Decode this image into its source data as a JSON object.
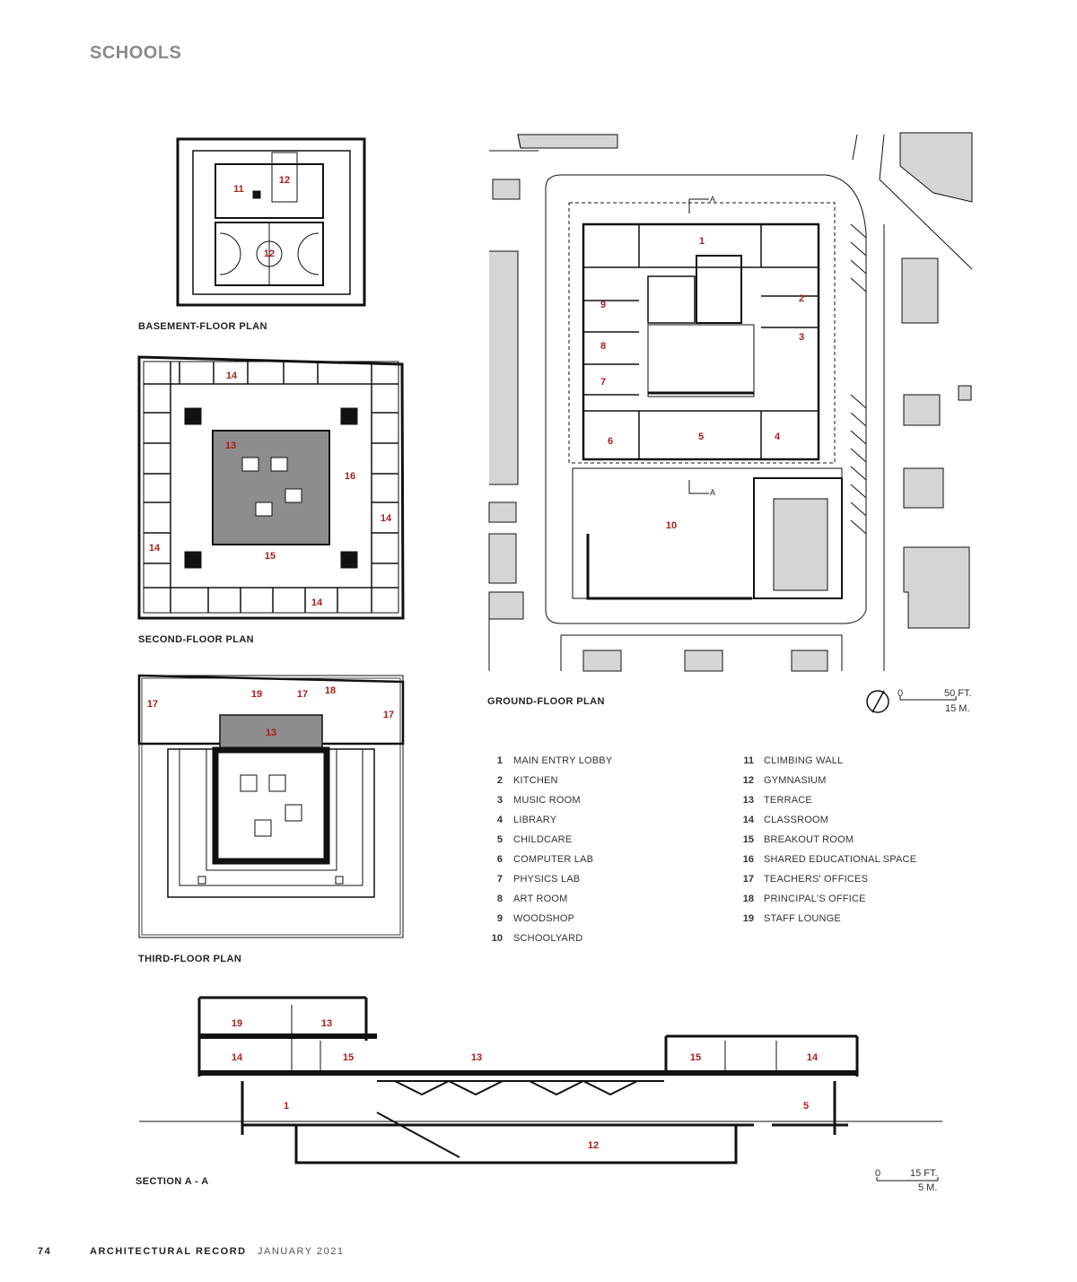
{
  "header": {
    "section": "SCHOOLS"
  },
  "plans": {
    "basement": {
      "caption": "BASEMENT-FLOOR PLAN",
      "labels": [
        "11",
        "12",
        "12"
      ]
    },
    "second": {
      "caption": "SECOND-FLOOR PLAN",
      "labels": [
        "14",
        "13",
        "16",
        "14",
        "14",
        "15",
        "14"
      ]
    },
    "third": {
      "caption": "THIRD-FLOOR PLAN",
      "labels": [
        "17",
        "19",
        "17",
        "18",
        "17",
        "13"
      ]
    },
    "ground": {
      "caption": "GROUND-FLOOR PLAN",
      "labels": [
        "1",
        "2",
        "3",
        "9",
        "8",
        "7",
        "6",
        "5",
        "4",
        "10"
      ],
      "section_marker": "A"
    },
    "section": {
      "caption": "SECTION A - A",
      "labels": [
        "19",
        "13",
        "14",
        "15",
        "13",
        "15",
        "14",
        "1",
        "5",
        "12"
      ]
    }
  },
  "ground_scale": {
    "zero": "0",
    "ft": "50 FT.",
    "m": "15 M."
  },
  "section_scale": {
    "zero": "0",
    "ft": "15 FT.",
    "m": "5 M."
  },
  "legend": [
    {
      "num": "1",
      "label": "MAIN ENTRY LOBBY"
    },
    {
      "num": "2",
      "label": "KITCHEN"
    },
    {
      "num": "3",
      "label": "MUSIC ROOM"
    },
    {
      "num": "4",
      "label": "LIBRARY"
    },
    {
      "num": "5",
      "label": "CHILDCARE"
    },
    {
      "num": "6",
      "label": "COMPUTER LAB"
    },
    {
      "num": "7",
      "label": "PHYSICS LAB"
    },
    {
      "num": "8",
      "label": "ART ROOM"
    },
    {
      "num": "9",
      "label": "WOODSHOP"
    },
    {
      "num": "10",
      "label": "SCHOOLYARD"
    },
    {
      "num": "11",
      "label": "CLIMBING WALL"
    },
    {
      "num": "12",
      "label": "GYMNASIUM"
    },
    {
      "num": "13",
      "label": "TERRACE"
    },
    {
      "num": "14",
      "label": "CLASSROOM"
    },
    {
      "num": "15",
      "label": "BREAKOUT ROOM"
    },
    {
      "num": "16",
      "label": "SHARED EDUCATIONAL SPACE"
    },
    {
      "num": "17",
      "label": "TEACHERS' OFFICES"
    },
    {
      "num": "18",
      "label": "PRINCIPAL'S OFFICE"
    },
    {
      "num": "19",
      "label": "STAFF LOUNGE"
    }
  ],
  "footer": {
    "page": "74",
    "magazine": "ARCHITECTURAL RECORD",
    "issue": "JANUARY 2021"
  },
  "colors": {
    "label_red": "#a8201f",
    "heading_gray": "#8a8a8a",
    "site_gray": "#d4d5d7"
  }
}
